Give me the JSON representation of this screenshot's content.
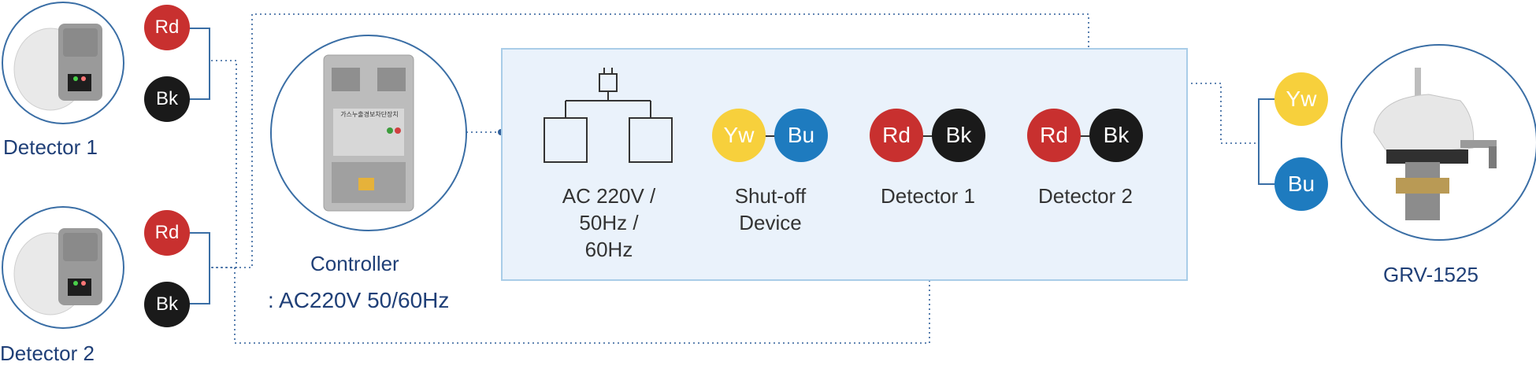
{
  "colors": {
    "red": "#c8302f",
    "black": "#1a1a1a",
    "yellow": "#f7d03c",
    "blue": "#1e7bbf",
    "label": "#1f3f77",
    "circle_border": "#3a6ea5",
    "panel_bg": "#eaf2fb",
    "panel_border": "#a9cde8",
    "dotted_line": "#2f5f9a"
  },
  "left": {
    "detector1": {
      "label": "Detector 1",
      "wire_red": "Rd",
      "wire_black": "Bk"
    },
    "detector2": {
      "label": "Detector 2",
      "wire_red": "Rd",
      "wire_black": "Bk"
    }
  },
  "controller": {
    "label": "Controller",
    "spec": ": AC220V 50/60Hz",
    "device_text": "가스누출경보차단장치"
  },
  "panel": {
    "power": {
      "label_lines": [
        "AC 220V /",
        "50Hz /",
        "60Hz"
      ]
    },
    "shutoff": {
      "wire_yellow": "Yw",
      "wire_blue": "Bu",
      "label_lines": [
        "Shut-off",
        "Device"
      ]
    },
    "detector1": {
      "wire_red": "Rd",
      "wire_black": "Bk",
      "label": "Detector 1"
    },
    "detector2": {
      "wire_red": "Rd",
      "wire_black": "Bk",
      "label": "Detector 2"
    }
  },
  "right": {
    "wire_yellow": "Yw",
    "wire_blue": "Bu",
    "label": "GRV-1525"
  }
}
